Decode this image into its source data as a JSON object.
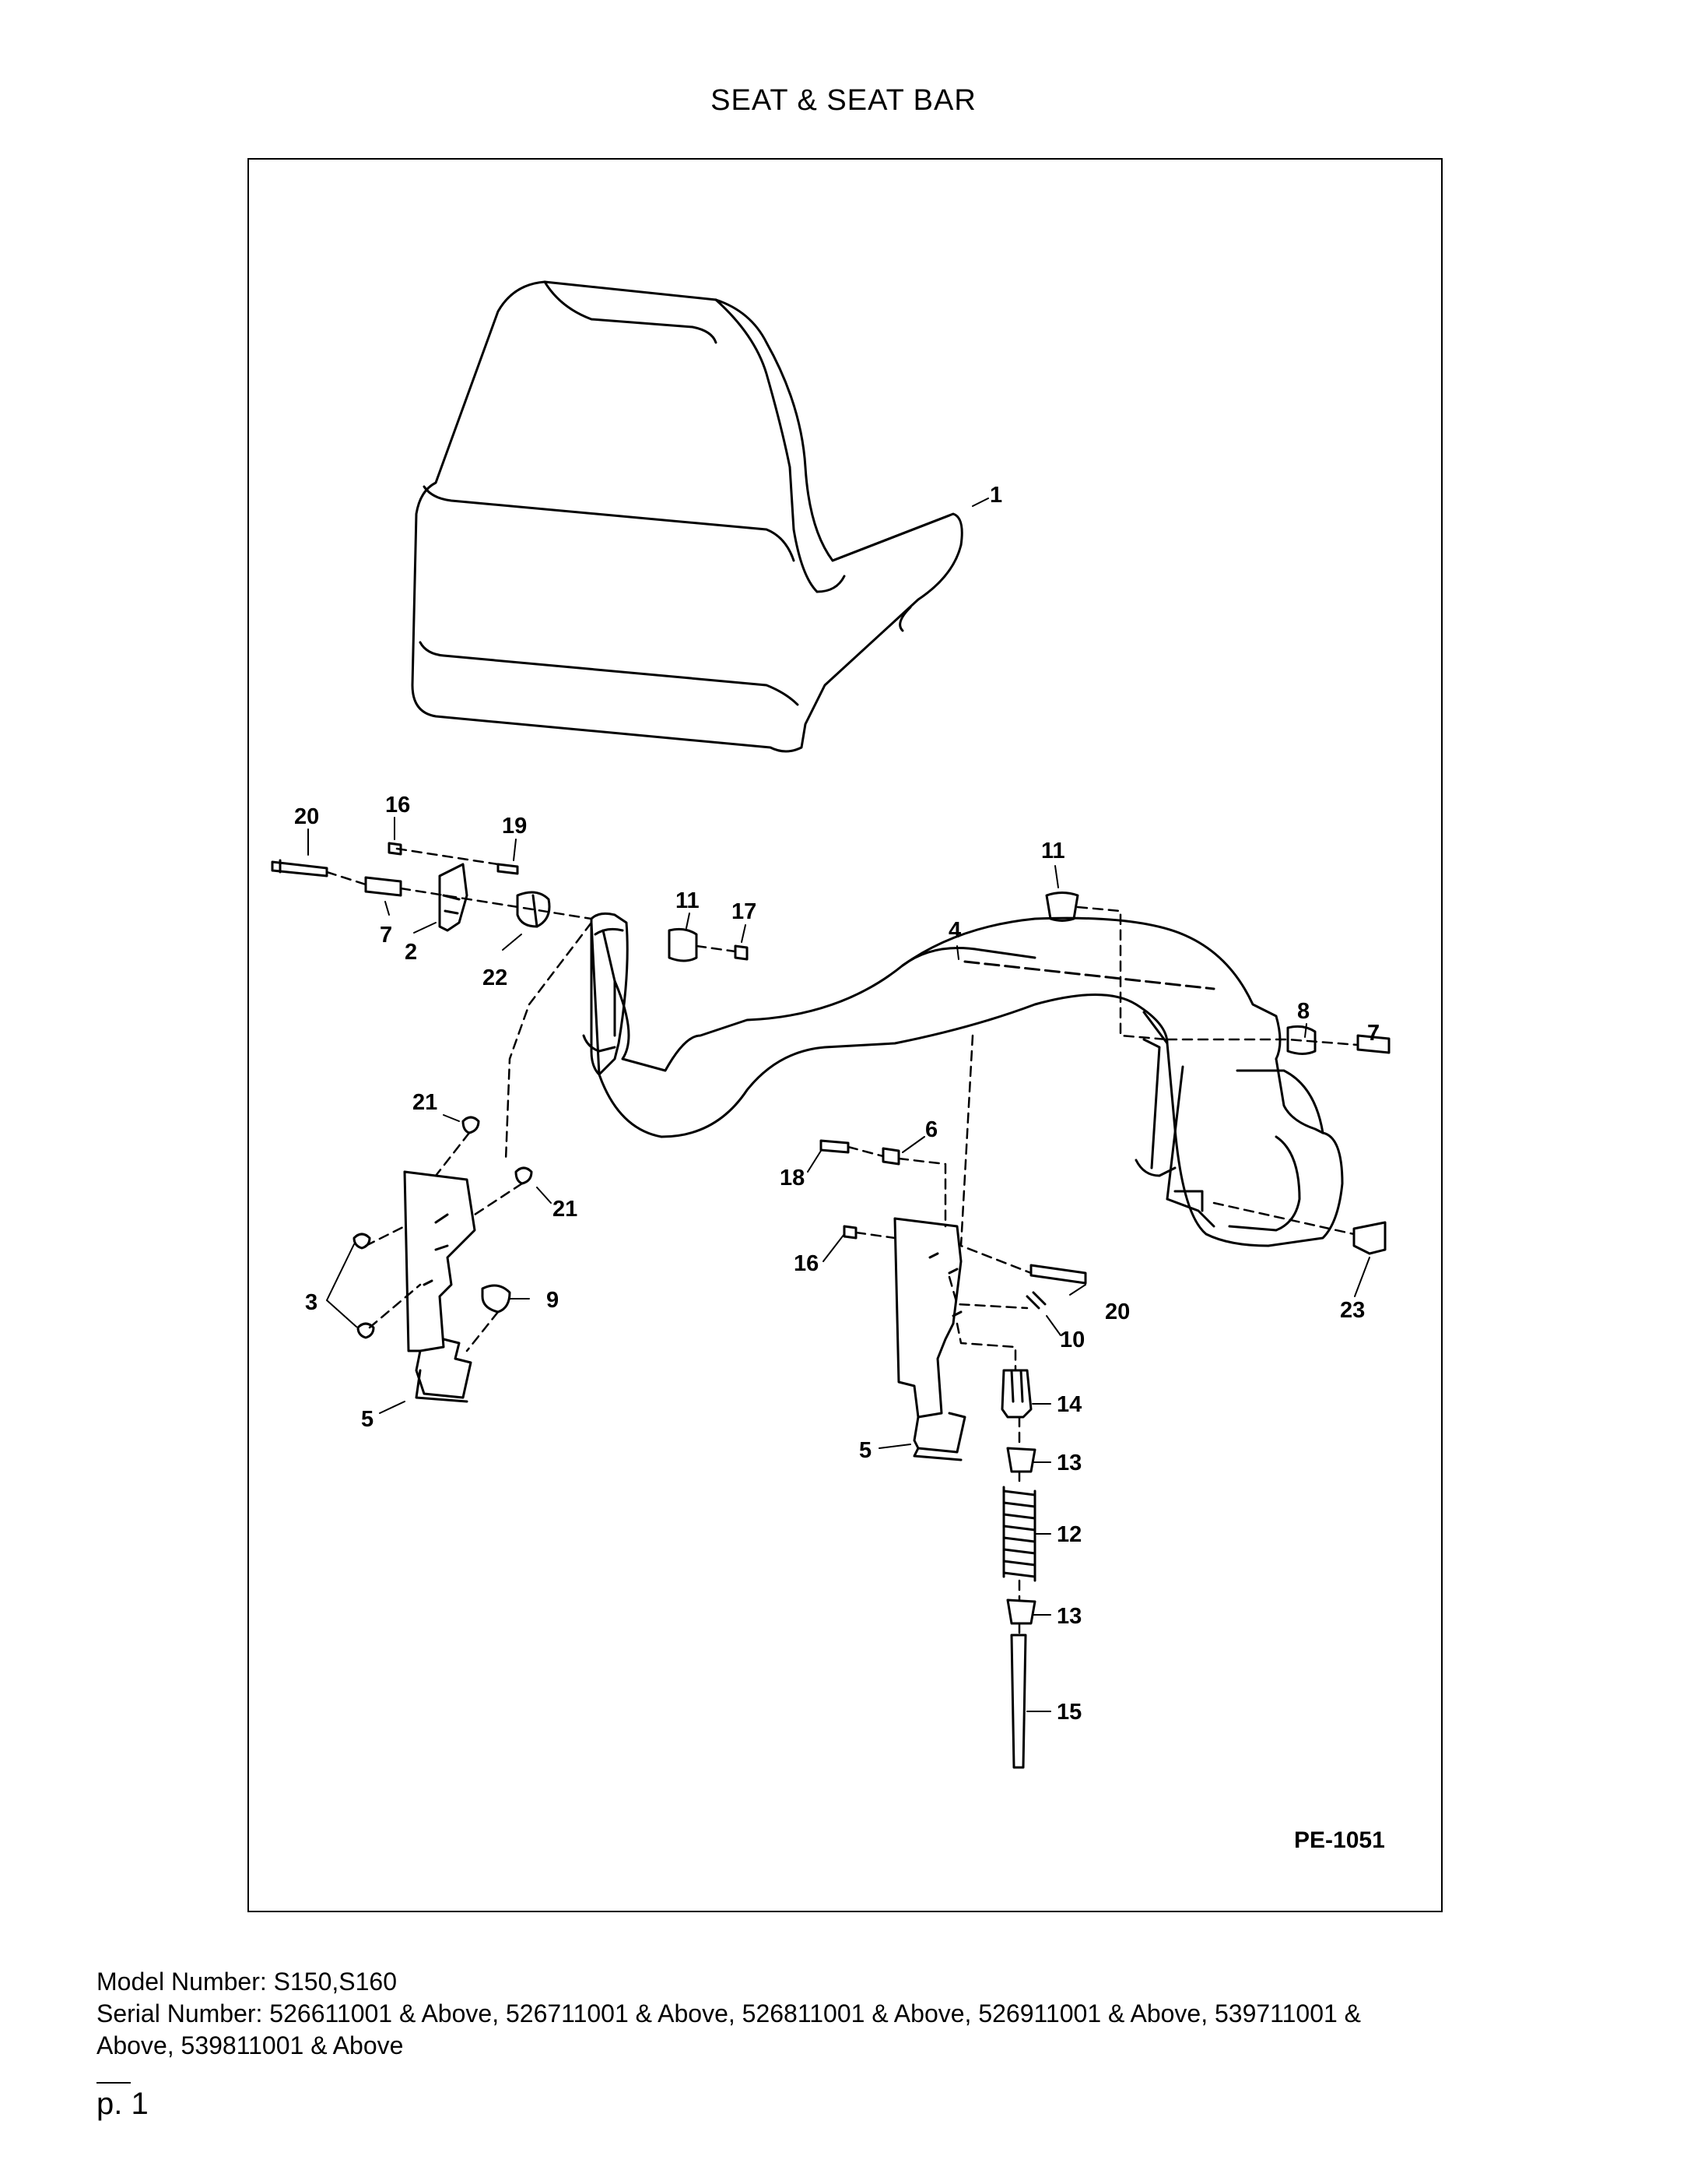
{
  "page": {
    "title": "SEAT & SEAT BAR",
    "figure_code": "PE-1051",
    "model_label": "Model Number: S150,S160",
    "serial_label": "Serial Number: 526611001 & Above, 526711001 & Above, 526811001 & Above, 526911001 & Above, 539711001 &",
    "serial_label_cont": "Above, 539811001 & Above",
    "page_number": "p. 1"
  },
  "callouts": {
    "c1": "1",
    "c2": "2",
    "c3": "3",
    "c4": "4",
    "c5a": "5",
    "c5b": "5",
    "c6": "6",
    "c7a": "7",
    "c7b": "7",
    "c8": "8",
    "c9": "9",
    "c10": "10",
    "c11a": "11",
    "c11b": "11",
    "c12": "12",
    "c13a": "13",
    "c13b": "13",
    "c14": "14",
    "c15": "15",
    "c16a": "16",
    "c16b": "16",
    "c17": "17",
    "c18": "18",
    "c19": "19",
    "c20a": "20",
    "c20b": "20",
    "c21a": "21",
    "c21b": "21",
    "c22": "22",
    "c23": "23"
  }
}
